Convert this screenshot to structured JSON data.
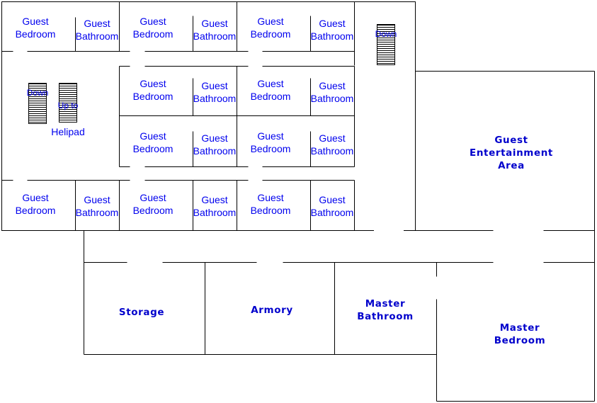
{
  "labels": {
    "guest_bedroom": "Guest\nBedroom",
    "guest_bathroom": "Guest\nBathroom",
    "helipad": "Helipad",
    "stairs_down": "Down",
    "stairs_up": "Up to",
    "guest_entertainment": "Guest\nEntertainment\nArea",
    "storage": "Storage",
    "armory": "Armory",
    "master_bathroom": "Master\nBathroom",
    "master_bedroom": "Master\nBedroom"
  }
}
